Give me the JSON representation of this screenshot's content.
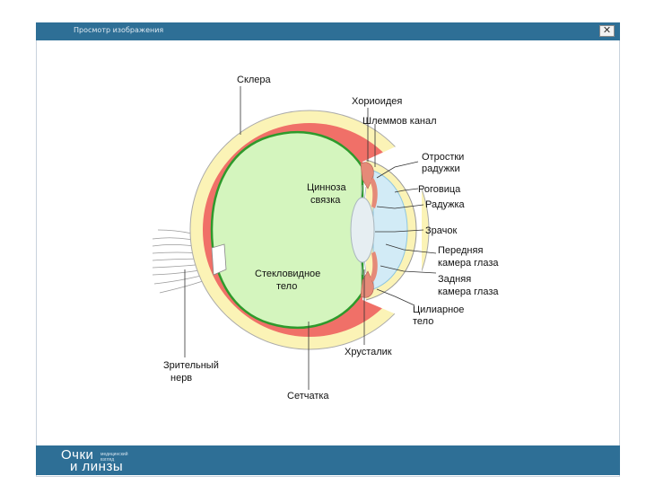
{
  "window": {
    "title": "Просмотр изображения",
    "close_icon": "close-icon"
  },
  "labels": {
    "sclera": "Склера",
    "choroid": "Хориоидея",
    "schlemm": "Шлеммов канал",
    "ciliary_processes_1": "Отростки",
    "ciliary_processes_2": "радужки",
    "cornea": "Роговица",
    "iris": "Радужка",
    "pupil": "Зрачок",
    "anterior_1": "Передняя",
    "anterior_2": "камера глаза",
    "posterior_1": "Задняя",
    "posterior_2": "камера глаза",
    "ciliary_body_1": "Цилиарное",
    "ciliary_body_2": "тело",
    "lens": "Хрусталик",
    "retina": "Сетчатка",
    "optic_nerve_1": "Зрительный",
    "optic_nerve_2": "нерв",
    "vitreous_1": "Стекловидное",
    "vitreous_2": "тело",
    "zonule_1": "Цинноза",
    "zonule_2": "связка"
  },
  "footer": {
    "logo_word1": "Очки",
    "logo_word2": "и линзы",
    "logo_tag1": "медицинский",
    "logo_tag2": "взгляд"
  },
  "colors": {
    "titlebar": "#2e6f96",
    "sclera_fill": "#fbf3b6",
    "choroid_fill": "#f07068",
    "retina_line": "#2e9a2c",
    "vitreous_fill": "#d4f5be",
    "cornea_fill": "#d2ebf6",
    "lens_fill": "#e6eef2",
    "iris_fill": "#e58a78"
  }
}
